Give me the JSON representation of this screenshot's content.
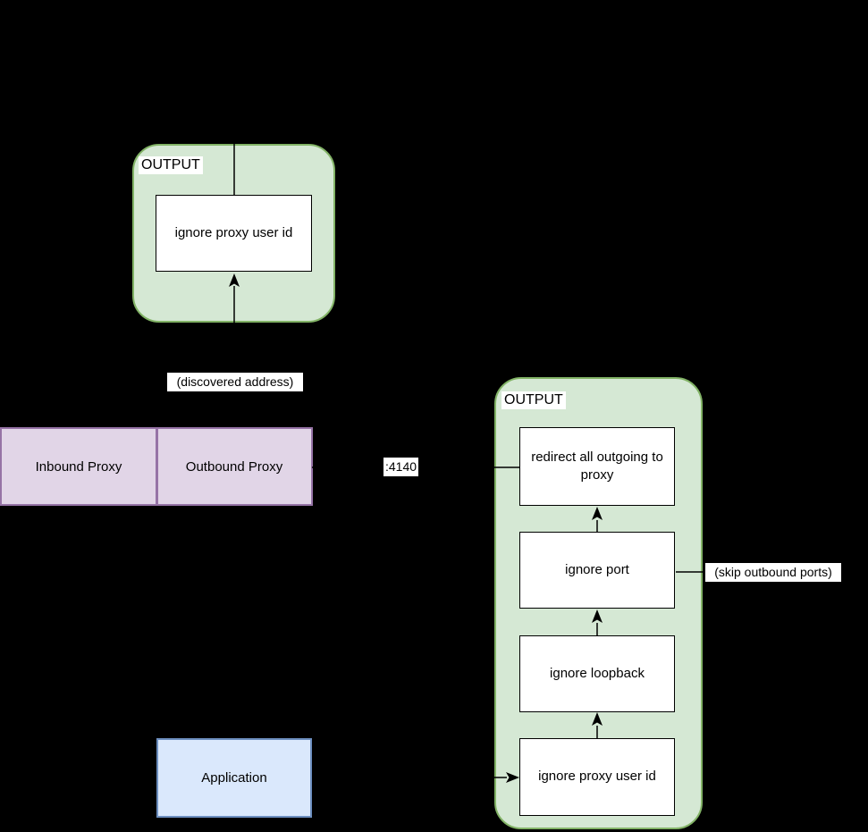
{
  "colors": {
    "bg": "#000000",
    "green_fill": "#d5e8d4",
    "green_border": "#82b366",
    "purple_fill": "#e1d5e7",
    "purple_border": "#9673a6",
    "blue_fill": "#dae8fc",
    "blue_border": "#6c8ebf",
    "node_fill": "#ffffff",
    "line": "#000000"
  },
  "containers": {
    "top_output": {
      "label": "OUTPUT"
    },
    "right_output": {
      "label": "OUTPUT"
    }
  },
  "nodes": {
    "top_ignore_proxy_user_id": {
      "label": "ignore proxy user id"
    },
    "inbound_proxy": {
      "label": "Inbound Proxy"
    },
    "outbound_proxy": {
      "label": "Outbound Proxy"
    },
    "redirect_all_outgoing": {
      "label": "redirect all outgoing to proxy"
    },
    "ignore_port": {
      "label": "ignore port"
    },
    "ignore_loopback": {
      "label": "ignore loopback"
    },
    "ignore_proxy_user_id": {
      "label": "ignore proxy user id"
    },
    "application": {
      "label": "Application"
    }
  },
  "edge_labels": {
    "discovered_address": "(discovered address)",
    "port_4140": ":4140",
    "skip_outbound_ports": "(skip outbound ports)"
  }
}
